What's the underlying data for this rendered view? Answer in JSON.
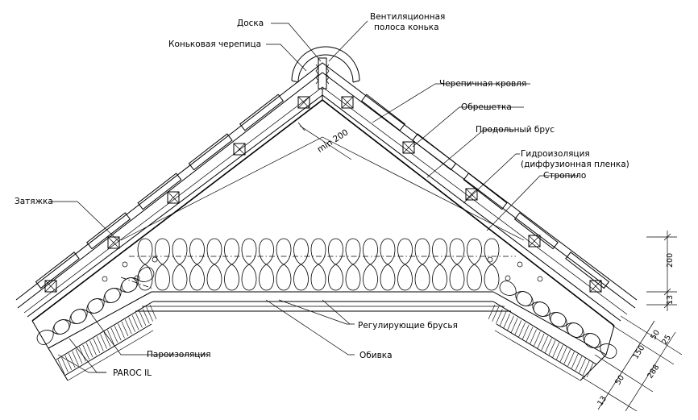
{
  "labels": {
    "doska": "Доска",
    "ventilation_strip": [
      "Вентиляционная",
      "полоса конька"
    ],
    "ridge_tile": "Коньковая черепица",
    "tile_roof": "Черепичная кровля",
    "batten": "Обрешетка",
    "longitudinal_beam": "Продольный брус",
    "waterproofing": [
      "Гидроизоляция",
      "(диффузионная пленка)"
    ],
    "rafter": "Стропило",
    "tie": "Затяжка",
    "adjusting_bars": "Регулирующие брусья",
    "vapor_barrier": "Пароизоляция",
    "cladding": "Обивка",
    "paroc": "PAROC IL",
    "min_spacing": "min 200"
  },
  "dimensions": {
    "right_vertical": [
      "200",
      "13"
    ],
    "slope": [
      "50",
      "25",
      "150",
      "288",
      "50",
      "13"
    ]
  },
  "colors": {
    "line": "#000000",
    "background": "#ffffff"
  }
}
